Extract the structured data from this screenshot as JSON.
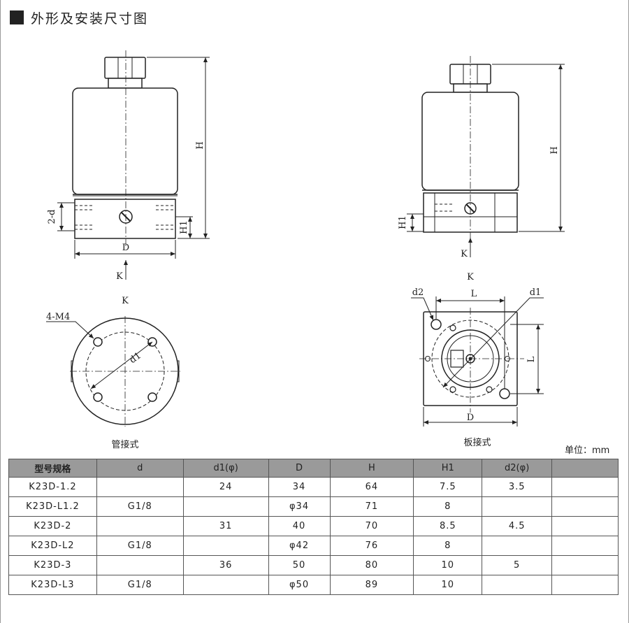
{
  "header": {
    "title": "外形及安装尺寸图"
  },
  "left_view": {
    "dimensions": {
      "height": "H",
      "thread": "2-d",
      "offset": "H1",
      "diameter": "D",
      "arrow": "K"
    },
    "bottom": {
      "arrow": "K",
      "holes": "4-M4",
      "circle": "d1",
      "caption": "管接式"
    }
  },
  "right_view": {
    "dimensions": {
      "height": "H",
      "offset": "H1",
      "arrow": "K"
    },
    "bottom": {
      "arrow": "K",
      "small_hole": "d2",
      "circle": "d1",
      "spacing_h": "L",
      "spacing_v": "L",
      "width": "D",
      "caption": "板接式"
    }
  },
  "unit_note": "单位：mm",
  "table": {
    "headers": [
      "型号规格",
      "d",
      "d1(φ)",
      "D",
      "H",
      "H1",
      "d2(φ)",
      ""
    ],
    "rows": [
      [
        "K23D-1.2",
        "",
        "24",
        "34",
        "64",
        "7.5",
        "3.5",
        ""
      ],
      [
        "K23D-L1.2",
        "G1/8",
        "",
        "φ34",
        "71",
        "8",
        "",
        ""
      ],
      [
        "K23D-2",
        "",
        "31",
        "40",
        "70",
        "8.5",
        "4.5",
        ""
      ],
      [
        "K23D-L2",
        "G1/8",
        "",
        "φ42",
        "76",
        "8",
        "",
        ""
      ],
      [
        "K23D-3",
        "",
        "36",
        "50",
        "80",
        "10",
        "5",
        ""
      ],
      [
        "K23D-L3",
        "G1/8",
        "",
        "φ50",
        "89",
        "10",
        "",
        ""
      ]
    ]
  }
}
